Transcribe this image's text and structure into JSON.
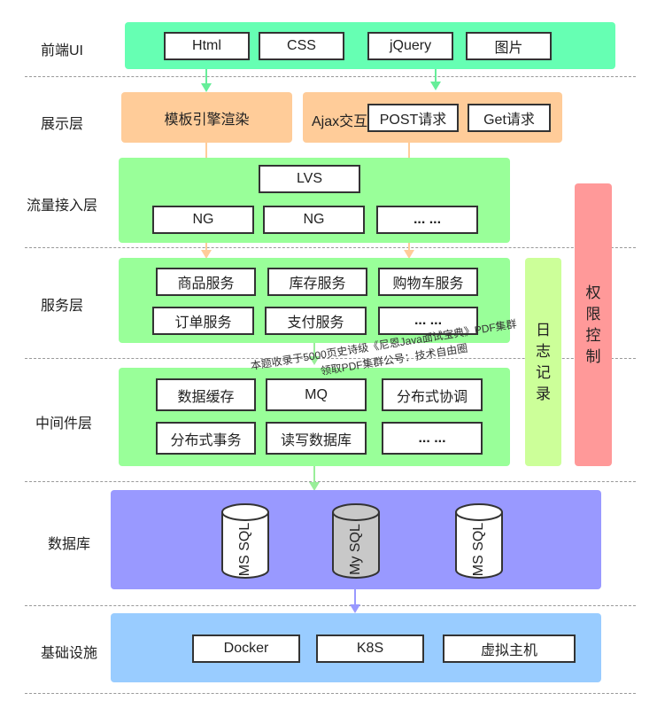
{
  "layers": {
    "frontend": "前端UI",
    "display": "展示层",
    "traffic": "流量接入层",
    "service": "服务层",
    "middleware": "中间件层",
    "database": "数据库",
    "infrastructure": "基础设施"
  },
  "frontend_items": [
    "Html",
    "CSS",
    "jQuery",
    "图片"
  ],
  "display": {
    "template": "模板引擎渲染",
    "ajax": "Ajax交互",
    "post": "POST请求",
    "get": "Get请求"
  },
  "traffic": {
    "lvs": "LVS",
    "nodes": [
      "NG",
      "NG",
      "... ..."
    ]
  },
  "services": [
    "商品服务",
    "库存服务",
    "购物车服务",
    "订单服务",
    "支付服务",
    "... ..."
  ],
  "middleware": [
    "数据缓存",
    "MQ",
    "分布式协调",
    "分布式事务",
    "读写数据库",
    "... ..."
  ],
  "databases": [
    "MS SQL",
    "My SQL",
    "MS SQL"
  ],
  "infrastructure": [
    "Docker",
    "K8S",
    "虚拟主机"
  ],
  "side": {
    "log": [
      "日",
      "志",
      "记",
      "录"
    ],
    "auth": [
      "权",
      "限",
      "控",
      "制"
    ]
  },
  "watermark": {
    "line1": "本题收录于5000页史诗级《尼恩Java面试宝典》PDF集群",
    "line2": "领取PDF集群公号：技术自由圈"
  },
  "colors": {
    "frontend": "#66ffb3",
    "display": "#ffcc99",
    "green": "#99ff99",
    "database": "#9999ff",
    "infra": "#99ccff",
    "log": "#ccff99",
    "auth": "#ff9999"
  }
}
